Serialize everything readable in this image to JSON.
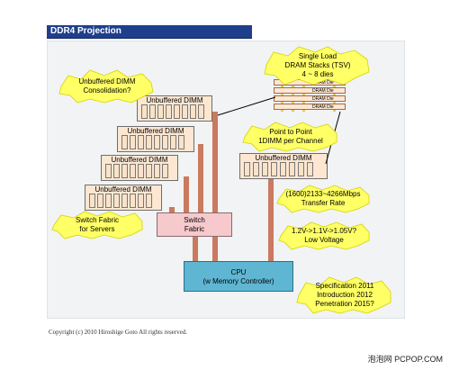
{
  "title": "DDR4 Projection",
  "dimm_label": "Unbuffered DIMM",
  "switch_label": [
    "Switch",
    "Fabric"
  ],
  "cpu_label": [
    "CPU",
    "(w Memory Controller)"
  ],
  "die_label": "DRAM Die",
  "callouts": {
    "consolidation": [
      "Unbuffered DIMM",
      "Consolidation?"
    ],
    "single_load": [
      "Single Load",
      "DRAM Stacks (TSV)",
      "4 ~ 8 dies"
    ],
    "p2p": [
      "Point to Point",
      "1DIMM per Channel"
    ],
    "transfer": [
      "(1600)2133~4266Mbps",
      "Transfer Rate"
    ],
    "voltage": [
      "1.2V->1.1V->1.05V?",
      "Low Voltage"
    ],
    "switch_fabric": [
      "Switch Fabric",
      "for Servers"
    ],
    "spec": [
      "Specification 2011",
      "Introduction 2012",
      "Penetration 2015?"
    ]
  },
  "footer": "Copyright (c) 2010 Hiroshige Goto All rights reserved.",
  "watermark": "泡泡网 PCPOP.COM",
  "colors": {
    "title_bar": "#1f3f8c",
    "dimm": "#fde7d2",
    "trace": "#c97a5f",
    "switch": "#f6c9cc",
    "cpu": "#5fb6d3",
    "callout": "#ffff66"
  }
}
